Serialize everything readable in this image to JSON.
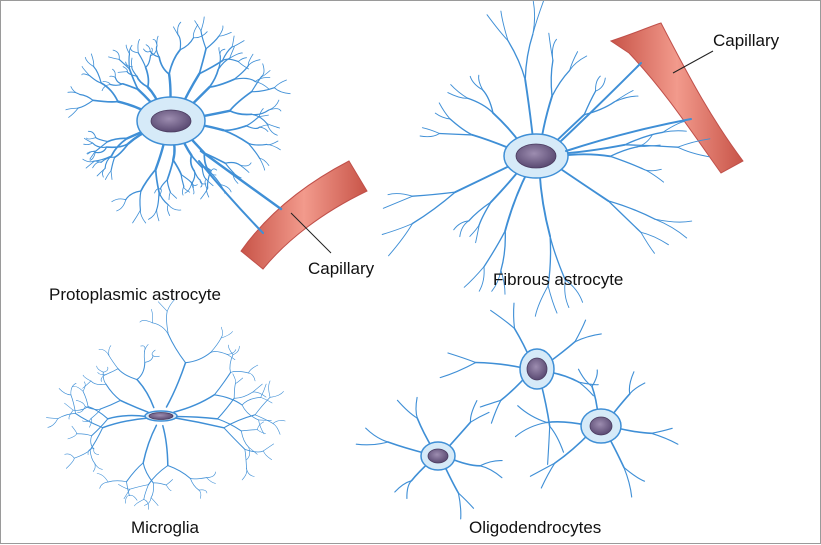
{
  "figure": {
    "labels": {
      "capillary_top": "Capillary",
      "capillary_left": "Capillary",
      "protoplasmic": "Protoplasmic astrocyte",
      "fibrous": "Fibrous astrocyte",
      "microglia": "Microglia",
      "oligodendrocytes": "Oligodendrocytes"
    },
    "colors": {
      "process": "#3f8fd6",
      "nucleus": "#6e5a86",
      "vessel": "#e07a6e",
      "vessel_edge": "#c95a4e"
    }
  }
}
